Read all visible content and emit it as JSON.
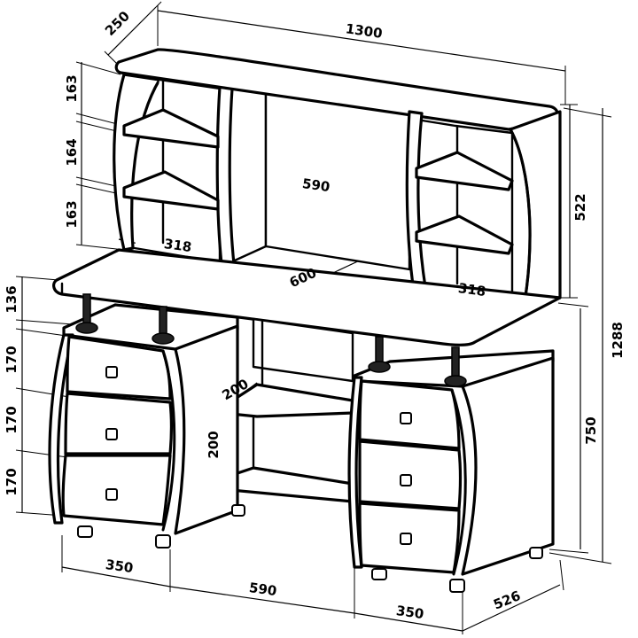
{
  "dimensions": {
    "top_depth": "250",
    "total_width": "1300",
    "top_shelf_1": "163",
    "top_shelf_2": "164",
    "top_shelf_3": "163",
    "top_gap_width": "590",
    "left_top_width": "318",
    "right_top_width": "318",
    "top_height": "522",
    "desk_depth": "600",
    "total_height": "1288",
    "top_clearance": "136",
    "drawer_1": "170",
    "drawer_2": "170",
    "drawer_3": "170",
    "shelf_depth": "200",
    "shelf_height": "200",
    "desk_height": "750",
    "left_pedestal_width": "350",
    "middle_gap_width": "590",
    "right_pedestal_width": "350",
    "base_depth": "526"
  }
}
